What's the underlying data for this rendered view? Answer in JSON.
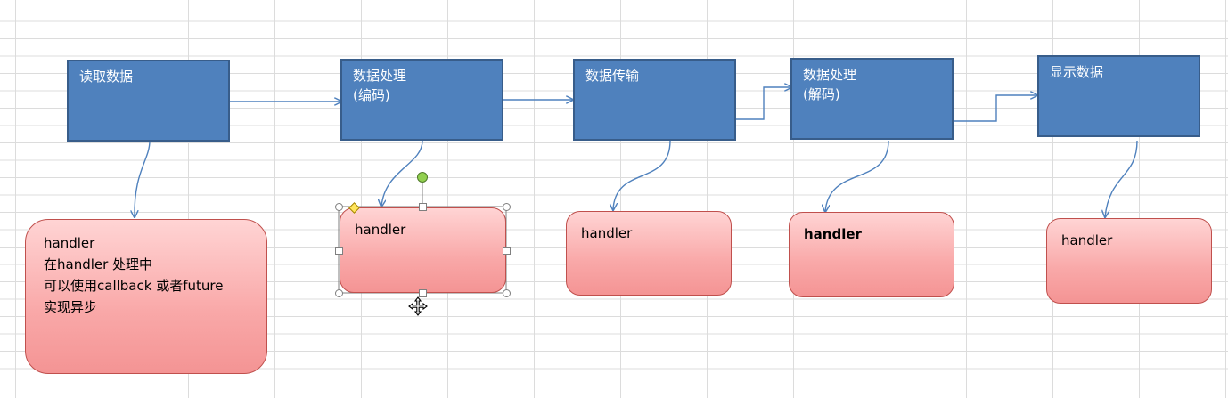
{
  "process_steps": [
    {
      "lines": [
        "读取数据"
      ]
    },
    {
      "lines": [
        "数据处理",
        "(编码)"
      ]
    },
    {
      "lines": [
        "数据传输"
      ]
    },
    {
      "lines": [
        "数据处理",
        "(解码)"
      ]
    },
    {
      "lines": [
        "显示数据"
      ]
    }
  ],
  "handler_notes": [
    {
      "lines": [
        "handler",
        "在handler 处理中",
        "可以使用callback 或者future",
        "实现异步"
      ]
    },
    {
      "lines": [
        "handler"
      ]
    },
    {
      "lines": [
        "handler"
      ]
    },
    {
      "lines": [
        "handler"
      ]
    },
    {
      "lines": [
        "handler"
      ]
    }
  ],
  "colors": {
    "process_fill": "#4f81bd",
    "process_border": "#385d8a",
    "note_border": "#c0504d",
    "connector": "#4f81bd"
  },
  "selected_note": 1,
  "cursor_icon": "move-cursor-icon"
}
